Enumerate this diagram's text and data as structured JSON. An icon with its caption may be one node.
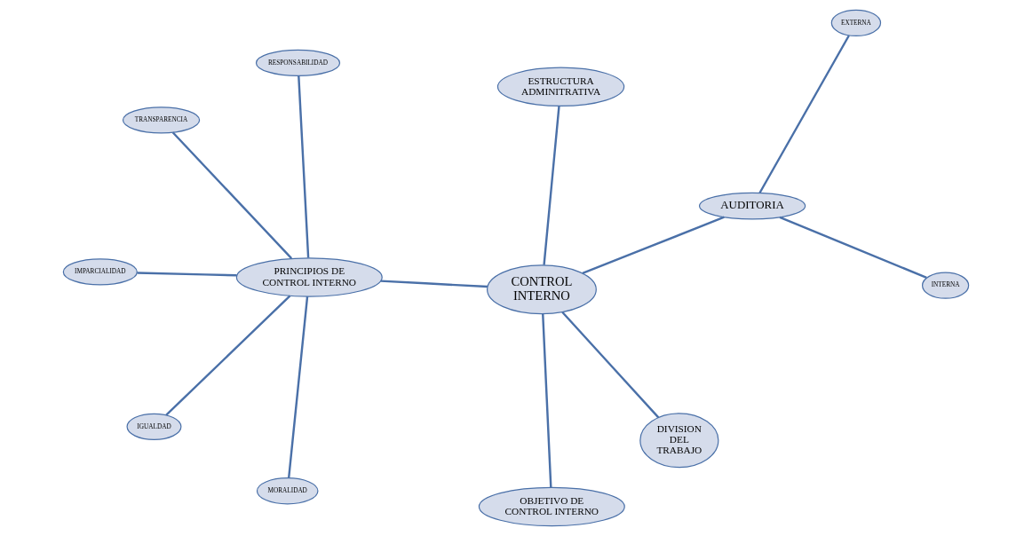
{
  "diagram": {
    "nodes": [
      {
        "text": [
          "CONTROL INTERNO"
        ]
      },
      {
        "text": [
          "AUDITORIA"
        ]
      },
      {
        "text": [
          "INTERNA"
        ]
      },
      {
        "text": [
          "EXTERNA"
        ]
      },
      {
        "text": [
          "RESPONSABILIDAD"
        ]
      },
      {
        "text": [
          "TRANSPARENCIA"
        ]
      },
      {
        "text": [
          "PRINCIPIOS DE CONTROL INTERNO"
        ]
      },
      {
        "text": [
          "DIVISION DEL TRABAJO"
        ]
      },
      {
        "text": [
          "OBJETIVO DE CONTROL INTERNO"
        ]
      },
      {
        "text": [
          "MORALIDAD"
        ]
      },
      {
        "text": [
          "IGUALDAD"
        ]
      },
      {
        "text": [
          "IMPARCIALIDAD"
        ]
      },
      {
        "text": [
          "ESTRUCTURA ADMINITRATIVA"
        ]
      }
    ],
    "edges": [
      {
        "from": 1,
        "to": 2,
        "arrow": "none"
      },
      {
        "from": 1,
        "to": 3,
        "arrow": "none"
      },
      {
        "from": 1,
        "to": 0,
        "arrow": "none"
      },
      {
        "from": 4,
        "to": 6,
        "arrow": "none"
      },
      {
        "from": 5,
        "to": 6,
        "arrow": "none"
      },
      {
        "from": 0,
        "to": 6,
        "arrow": "none"
      },
      {
        "from": 7,
        "to": 0,
        "arrow": "none"
      },
      {
        "from": 0,
        "to": 8,
        "arrow": "none"
      },
      {
        "from": 6,
        "to": 9,
        "arrow": "none"
      },
      {
        "from": 6,
        "to": 10,
        "arrow": "none"
      },
      {
        "from": 6,
        "to": 11,
        "arrow": "none"
      },
      {
        "from": 0,
        "to": 12,
        "arrow": "none"
      }
    ]
  }
}
